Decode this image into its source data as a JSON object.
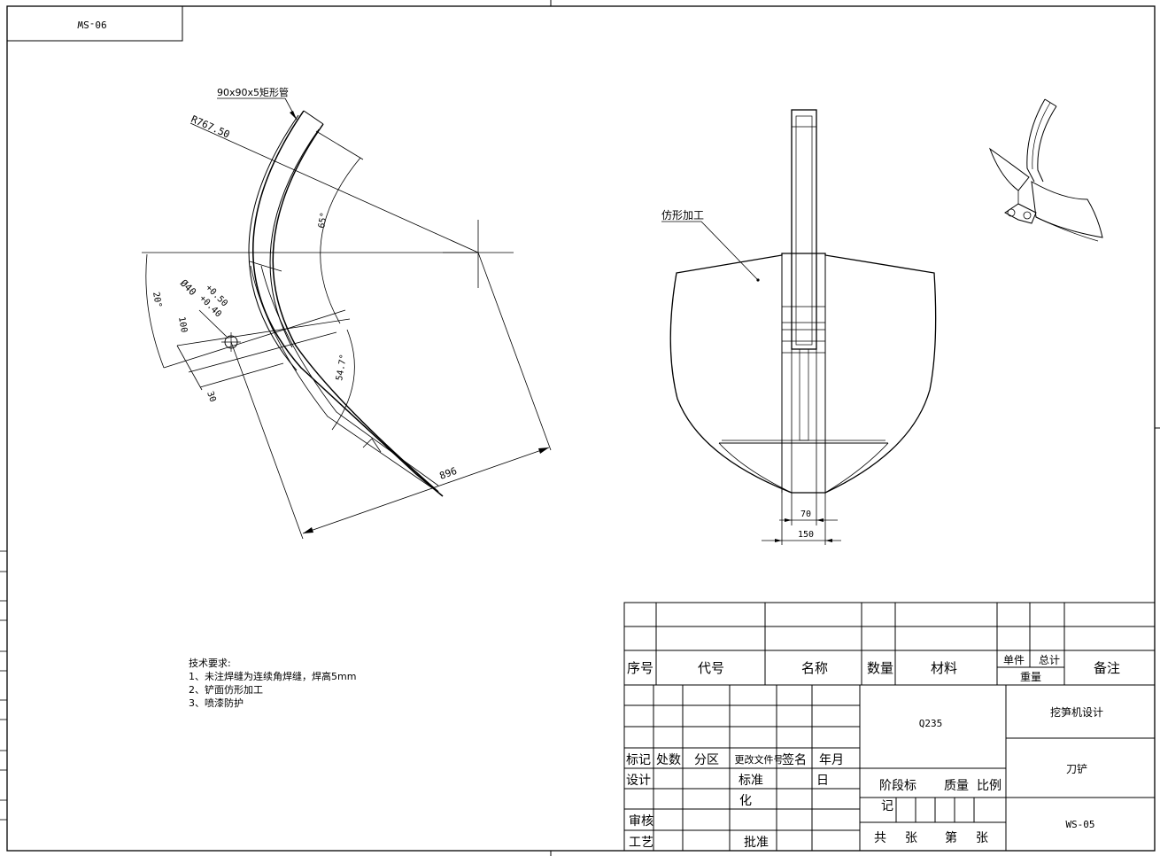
{
  "drawing_code_rotated": "90-SW",
  "labels": {
    "tube_spec": "90x90x5矩形管",
    "radius": "R767.50",
    "angle_65": "65°",
    "angle_20": "20°",
    "hole_dia": "Ø40",
    "tol_plus": "+0.50",
    "tol_minus": "+0.40",
    "dim_100": "100",
    "dim_30": "30",
    "angle_547": "54.7°",
    "dim_896": "896",
    "profile_note": "仿形加工",
    "dim_70": "70",
    "dim_150": "150"
  },
  "tech": {
    "title": "技术要求:",
    "line1": "1、未注焊缝为连续角焊缝，焊高5mm",
    "line2": "2、铲面仿形加工",
    "line3": "3、喷漆防护"
  },
  "title_block": {
    "seq": "序号",
    "code": "代号",
    "name": "名称",
    "qty": "数量",
    "material": "材料",
    "unit": "单件",
    "total": "总计",
    "weight": "重量",
    "remark": "备注",
    "mark": "标记",
    "places": "处数",
    "zone": "分区",
    "change_doc": "更改文件号",
    "sign": "签名",
    "date": "年月",
    "day": "日",
    "design": "设计",
    "standard": "标准",
    "hua": "化",
    "review": "审核",
    "process": "工艺",
    "approve": "批准",
    "stage_mark": "阶段标",
    "ji": "记",
    "mass": "质量",
    "scale": "比例",
    "total_sheets": "共",
    "zhang1": "张",
    "sheet_no": "第",
    "zhang2": "张",
    "material_value": "Q235",
    "project": "挖笋机设计",
    "part_name": "刀铲",
    "drawing_no": "WS-05"
  }
}
